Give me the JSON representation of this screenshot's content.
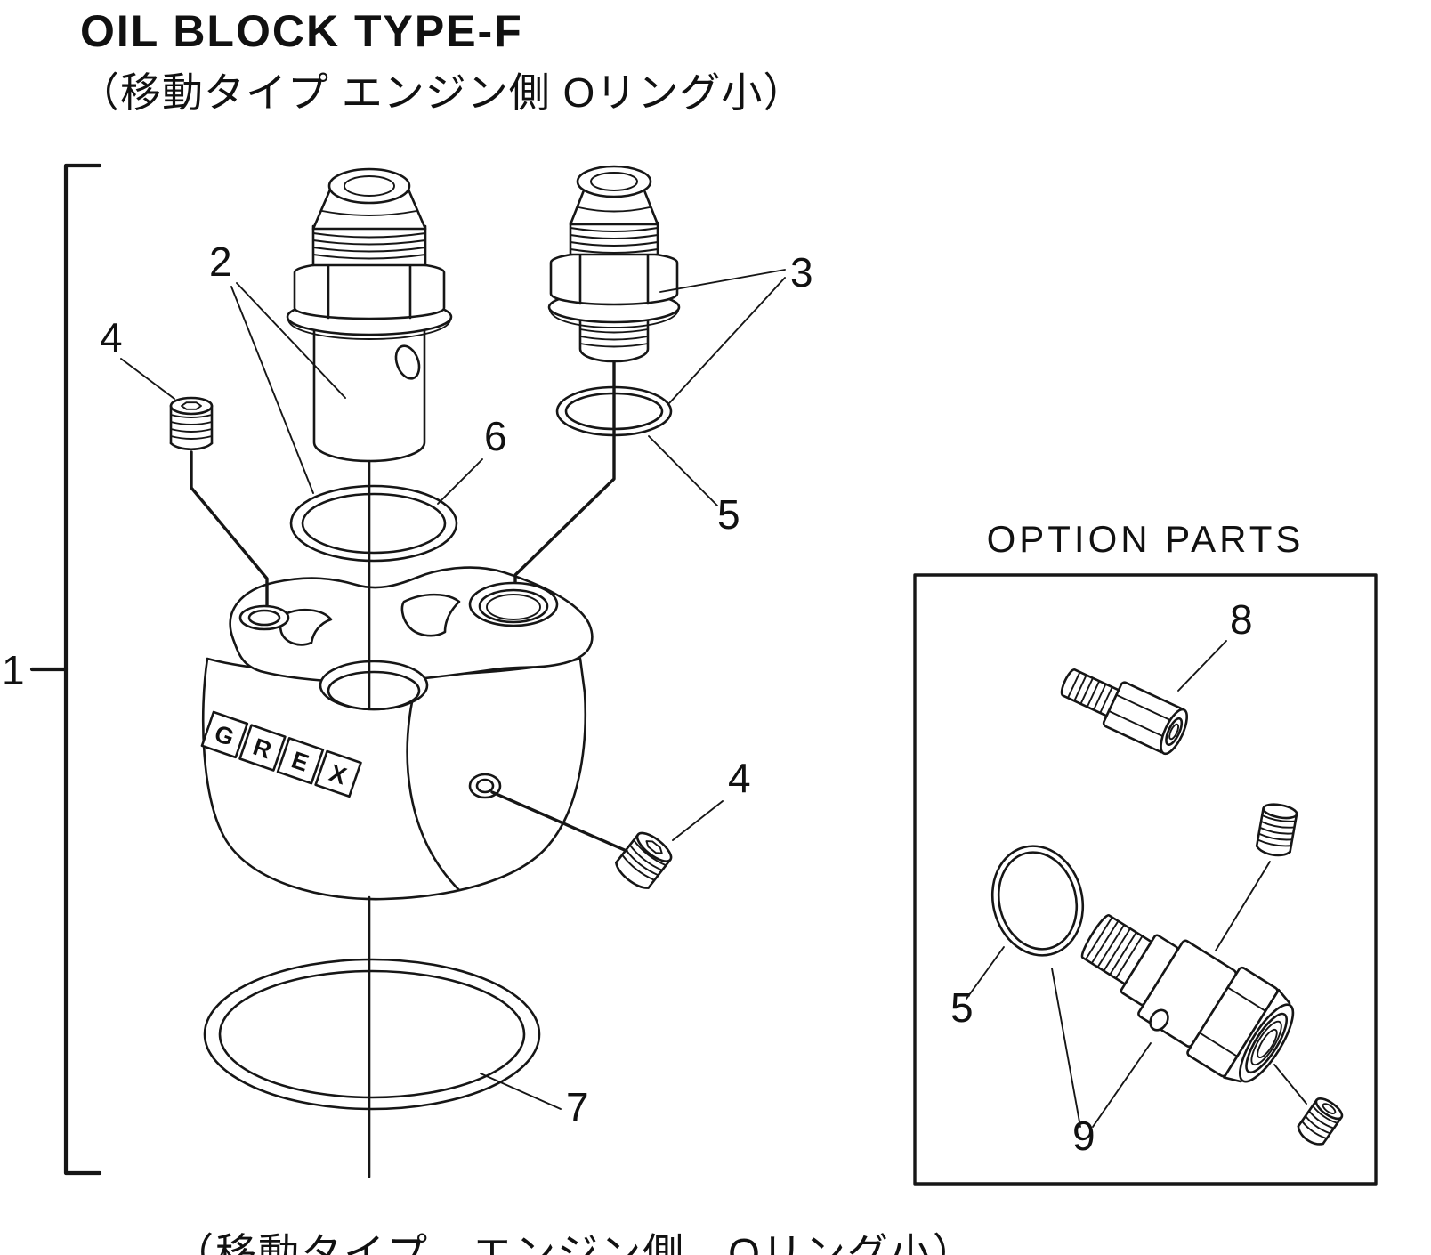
{
  "title": "OIL BLOCK TYPE-F",
  "subtitle": "（移動タイプ エンジン側 Oリング小）",
  "bottom_caption": "（移動タイプ　エンジン側　Oリング小）",
  "option_parts_title": "OPTION PARTS",
  "logo": {
    "letters": [
      "G",
      "R",
      "E",
      "X"
    ]
  },
  "callouts": {
    "part1": "1",
    "part2": "2",
    "part3": "3",
    "part4_left": "4",
    "part4_right": "4",
    "part5_main": "5",
    "part5_option": "5",
    "part6": "6",
    "part7": "7",
    "part8": "8",
    "part9": "9"
  }
}
